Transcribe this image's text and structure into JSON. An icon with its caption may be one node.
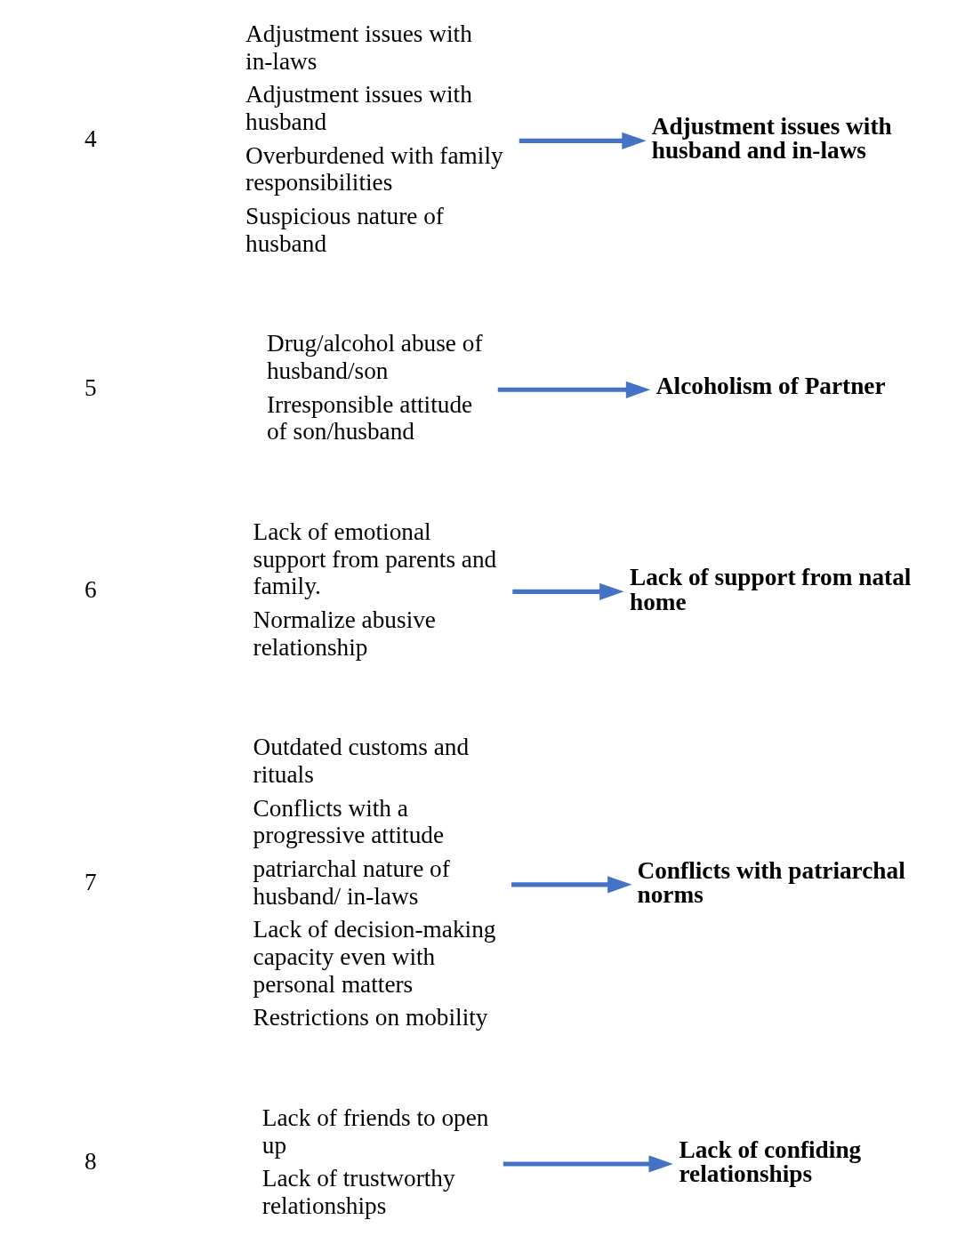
{
  "diagram": {
    "nodes": [
      {
        "text": [
          "Adjustment issues with in-laws",
          "Adjustment issues with husband",
          "Overburdened with family responsibilities",
          "Suspicious nature of husband"
        ]
      },
      {
        "text": [
          "Adjustment issues with husband and in-laws"
        ]
      },
      {
        "text": [
          "Drug/alcohol abuse of husband/son",
          "Irresponsible attitude of son/husband"
        ]
      },
      {
        "text": [
          "Alcoholism of Partner"
        ]
      },
      {
        "text": [
          "Lack of emotional support from parents and family.",
          "Normalize abusive relationship"
        ]
      },
      {
        "text": [
          "Lack of support from natal home"
        ]
      },
      {
        "text": [
          "Outdated customs and rituals",
          "Conflicts with a progressive attitude",
          "patriarchal nature of husband/ in-laws",
          "Lack of decision-making capacity even with personal matters",
          "Restrictions on mobility"
        ]
      },
      {
        "text": [
          "Conflicts with patriarchal norms"
        ]
      },
      {
        "text": [
          "Lack of friends to open up",
          "Lack of trustworthy relationships"
        ]
      },
      {
        "text": [
          "Lack of confiding relationships"
        ]
      }
    ],
    "edges": [
      {
        "from": 0,
        "to": 1,
        "arrow": "to"
      },
      {
        "from": 2,
        "to": 3,
        "arrow": "to"
      },
      {
        "from": 4,
        "to": 5,
        "arrow": "to"
      },
      {
        "from": 6,
        "to": 7,
        "arrow": "to"
      },
      {
        "from": 8,
        "to": 9,
        "arrow": "to"
      }
    ],
    "labels": [
      "4",
      "5",
      "6",
      "7",
      "8"
    ]
  }
}
